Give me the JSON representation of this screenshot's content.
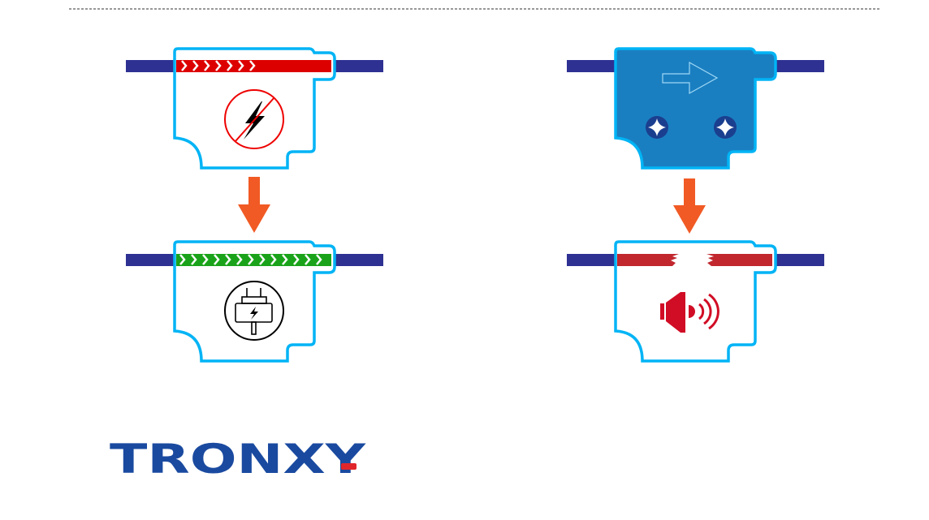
{
  "logo": {
    "text": "TRONXY",
    "color": "#1a4aa0",
    "accent": "#e0262b"
  },
  "colors": {
    "cable": "#2e3192",
    "outline": "#00b4f5",
    "module_fill": "#1a7fc1",
    "arrow": "#f15a24",
    "no_power": "#dd0000",
    "powered": "#1aa31a",
    "broken": "#c1272d"
  },
  "panels": [
    {
      "name": "unpowered-module",
      "icon": "no-power-icon"
    },
    {
      "name": "powered-module",
      "icon": "power-plug-icon"
    },
    {
      "name": "module-closed-with-screws",
      "icon": "direction-arrow-icon"
    },
    {
      "name": "filament-broken-alarm",
      "icon": "speaker-alarm-icon"
    }
  ]
}
